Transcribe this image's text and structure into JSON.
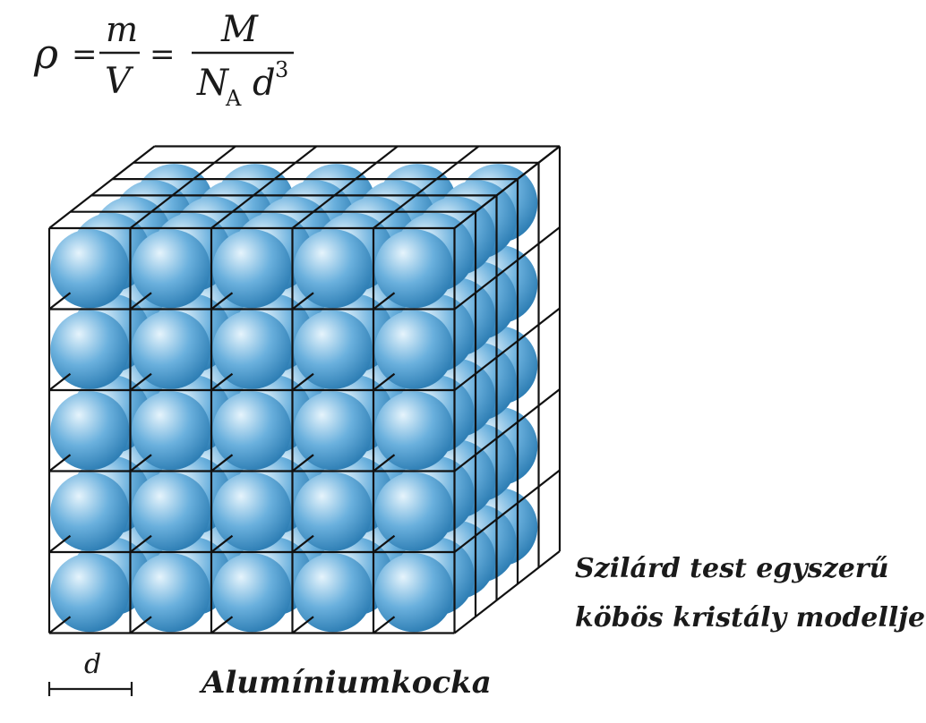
{
  "formula": {
    "rho": "ρ",
    "eq1": "=",
    "frac1_num": "m",
    "frac1_den": "V",
    "eq2": "=",
    "frac2_num": "M",
    "frac2_den_n": "N",
    "frac2_den_sub": "A",
    "frac2_den_d": "d",
    "frac2_den_exp": "3"
  },
  "cube": {
    "layers": 5,
    "rows": 5,
    "cols": 5,
    "sphere_color": "#6ab0dd",
    "sphere_highlight": "#e6f4fc",
    "sphere_shadow": "#2f7fb5",
    "line_color": "#111111"
  },
  "scale_label": "d",
  "cube_label": "Alumíniumkocka",
  "model_caption": {
    "line1": "Szilárd test egyszerű",
    "line2": "köbös kristály modellje"
  }
}
